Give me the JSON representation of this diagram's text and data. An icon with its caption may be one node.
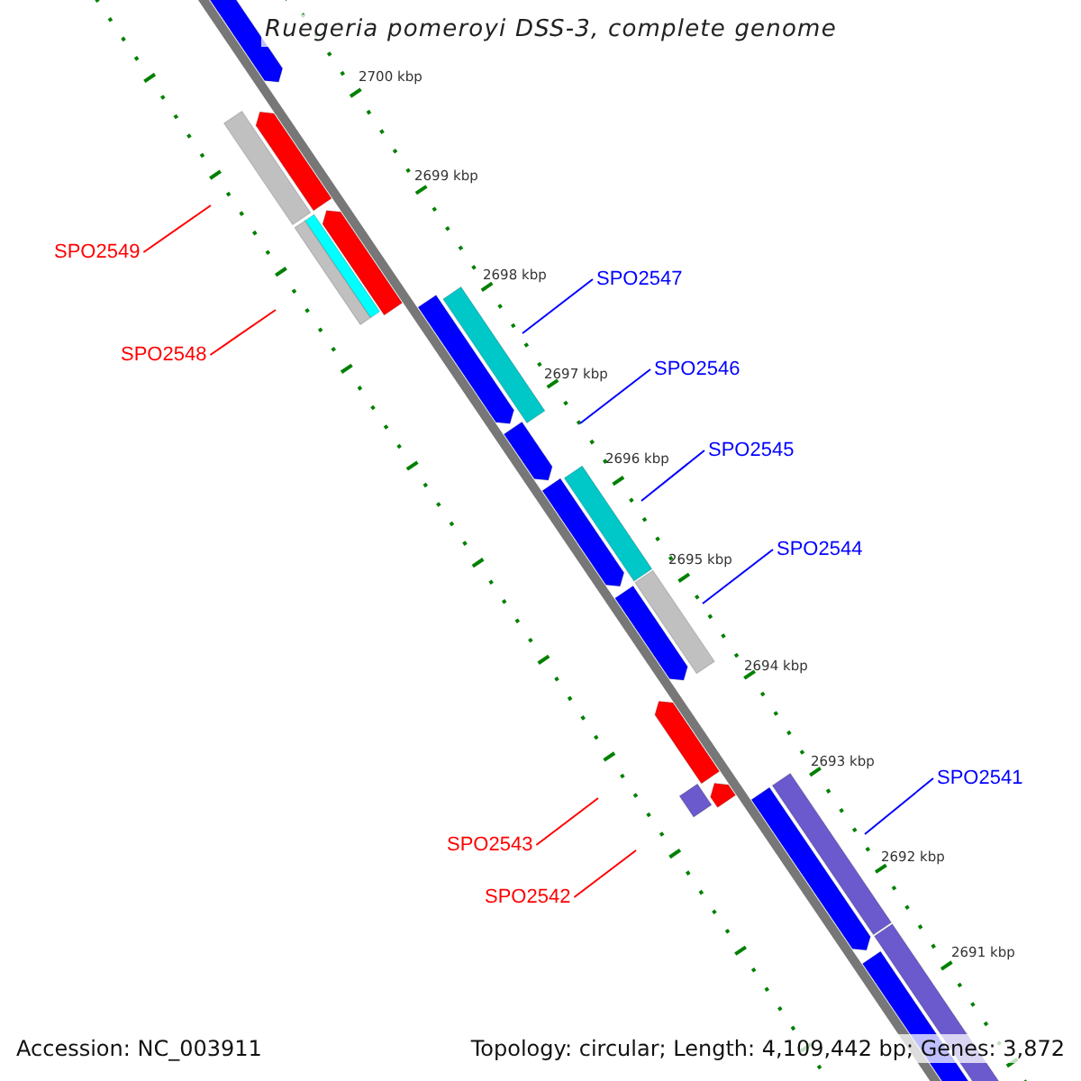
{
  "diagram": {
    "title": "Ruegeria pomeroyi DSS-3, complete genome",
    "nodes": [
      {
        "text": [
          "SPO2549"
        ]
      },
      {
        "text": [
          "SPO2547"
        ]
      },
      {
        "text": [
          "SPO2548"
        ]
      },
      {
        "text": [
          "SPO2546"
        ]
      },
      {
        "text": [
          "SPO2545"
        ]
      },
      {
        "text": [
          "SPO2544"
        ]
      },
      {
        "text": [
          "SPO2541"
        ]
      },
      {
        "text": [
          "SPO2543"
        ]
      },
      {
        "text": [
          "SPO2542"
        ]
      }
    ],
    "edges": [
      {
        "from": 0,
        "to": null,
        "arrow": "none",
        "color": "#ff0000"
      },
      {
        "from": 1,
        "to": null,
        "arrow": "none",
        "color": "#0000ff"
      },
      {
        "from": 2,
        "to": null,
        "arrow": "none",
        "color": "#ff0000"
      },
      {
        "from": 3,
        "to": null,
        "arrow": "none",
        "color": "#0000ff"
      },
      {
        "from": 4,
        "to": null,
        "arrow": "none",
        "color": "#0000ff"
      },
      {
        "from": 5,
        "to": null,
        "arrow": "none",
        "color": "#0000ff"
      },
      {
        "from": 6,
        "to": null,
        "arrow": "none",
        "color": "#0000ff"
      },
      {
        "from": 7,
        "to": null,
        "arrow": "none",
        "color": "#ff0000"
      },
      {
        "from": 8,
        "to": null,
        "arrow": "none",
        "color": "#ff0000"
      }
    ],
    "labels": [
      "2700 kbp",
      "2699 kbp",
      "2698 kbp",
      "2697 kbp",
      "2696 kbp",
      "2695 kbp",
      "2694 kbp",
      "2693 kbp",
      "2692 kbp",
      "2691 kbp",
      "Accession: NC_003911",
      "Topology: circular; Length: 4,109,442 bp; Genes: 3,872"
    ]
  }
}
